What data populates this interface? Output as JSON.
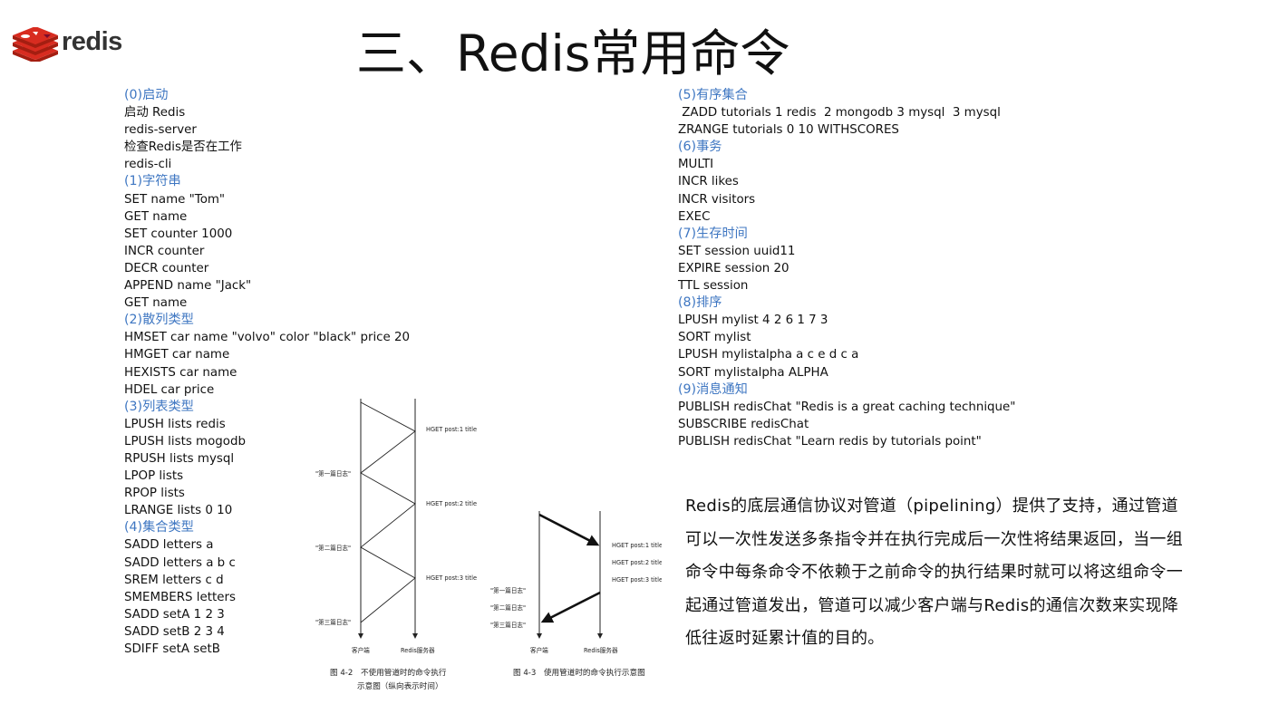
{
  "logo": {
    "text": "redis"
  },
  "title": "三、Redis常用命令",
  "left_column": [
    {
      "type": "head",
      "text": "(0)启动"
    },
    {
      "type": "cmd",
      "text": "启动 Redis"
    },
    {
      "type": "cmd",
      "text": "redis-server"
    },
    {
      "type": "cmd",
      "text": "检查Redis是否在工作"
    },
    {
      "type": "cmd",
      "text": "redis-cli"
    },
    {
      "type": "head",
      "text": "(1)字符串"
    },
    {
      "type": "cmd",
      "text": "SET name \"Tom\""
    },
    {
      "type": "cmd",
      "text": "GET name"
    },
    {
      "type": "cmd",
      "text": "SET counter 1000"
    },
    {
      "type": "cmd",
      "text": "INCR counter"
    },
    {
      "type": "cmd",
      "text": "DECR counter"
    },
    {
      "type": "cmd",
      "text": "APPEND name \"Jack\""
    },
    {
      "type": "cmd",
      "text": "GET name"
    },
    {
      "type": "head",
      "text": "(2)散列类型"
    },
    {
      "type": "cmd",
      "text": "HMSET car name \"volvo\" color \"black\" price 20"
    },
    {
      "type": "cmd",
      "text": "HMGET car name"
    },
    {
      "type": "cmd",
      "text": "HEXISTS car name"
    },
    {
      "type": "cmd",
      "text": "HDEL car price"
    },
    {
      "type": "head",
      "text": "(3)列表类型"
    },
    {
      "type": "cmd",
      "text": "LPUSH lists redis"
    },
    {
      "type": "cmd",
      "text": "LPUSH lists mogodb"
    },
    {
      "type": "cmd",
      "text": "RPUSH lists mysql"
    },
    {
      "type": "cmd",
      "text": "LPOP lists"
    },
    {
      "type": "cmd",
      "text": "RPOP lists"
    },
    {
      "type": "cmd",
      "text": "LRANGE lists 0 10"
    },
    {
      "type": "head",
      "text": "(4)集合类型"
    },
    {
      "type": "cmd",
      "text": "SADD letters a"
    },
    {
      "type": "cmd",
      "text": "SADD letters a b c"
    },
    {
      "type": "cmd",
      "text": "SREM letters c d"
    },
    {
      "type": "cmd",
      "text": "SMEMBERS letters"
    },
    {
      "type": "cmd",
      "text": "SADD setA 1 2 3"
    },
    {
      "type": "cmd",
      "text": "SADD setB 2 3 4"
    },
    {
      "type": "cmd",
      "text": "SDIFF setA setB"
    }
  ],
  "right_column": [
    {
      "type": "head",
      "text": "(5)有序集合"
    },
    {
      "type": "cmd",
      "text": " ZADD tutorials 1 redis  2 mongodb 3 mysql  3 mysql"
    },
    {
      "type": "cmd",
      "text": "ZRANGE tutorials 0 10 WITHSCORES"
    },
    {
      "type": "head",
      "text": "(6)事务"
    },
    {
      "type": "cmd",
      "text": "MULTI"
    },
    {
      "type": "cmd",
      "text": "INCR likes"
    },
    {
      "type": "cmd",
      "text": "INCR visitors"
    },
    {
      "type": "cmd",
      "text": "EXEC"
    },
    {
      "type": "head",
      "text": "(7)生存时间"
    },
    {
      "type": "cmd",
      "text": "SET session uuid11"
    },
    {
      "type": "cmd",
      "text": "EXPIRE session 20"
    },
    {
      "type": "cmd",
      "text": "TTL session"
    },
    {
      "type": "head",
      "text": "(8)排序"
    },
    {
      "type": "cmd",
      "text": "LPUSH mylist 4 2 6 1 7 3"
    },
    {
      "type": "cmd",
      "text": "SORT mylist"
    },
    {
      "type": "cmd",
      "text": "LPUSH mylistalpha a c e d c a"
    },
    {
      "type": "cmd",
      "text": "SORT mylistalpha ALPHA"
    },
    {
      "type": "head",
      "text": "(9)消息通知"
    },
    {
      "type": "cmd",
      "text": "PUBLISH redisChat \"Redis is a great caching technique\""
    },
    {
      "type": "cmd",
      "text": "SUBSCRIBE redisChat"
    },
    {
      "type": "cmd",
      "text": "PUBLISH redisChat \"Learn redis by tutorials point\""
    }
  ],
  "paragraph": "Redis的底层通信协议对管道（pipelining）提供了支持，通过管道可以一次性发送多条指令并在执行完成后一次性将结果返回，当一组命令中每条命令不依赖于之前命令的执行结果时就可以将这组命令一起通过管道发出，管道可以减少客户端与Redis的通信次数来实现降低往返时延累计值的目的。",
  "figure_left": {
    "requests": [
      "HGET post:1 title",
      "HGET post:2 title",
      "HGET post:3 title"
    ],
    "responses": [
      "\"第一篇日志\"",
      "\"第二篇日志\"",
      "\"第三篇日志\""
    ],
    "client_label": "客户端",
    "server_label": "Redis服务器",
    "caption_line1": "图 4-2　不使用管道时的命令执行",
    "caption_line2": "示意图（纵向表示时间）"
  },
  "figure_right": {
    "requests": [
      "HGET post:1 title",
      "HGET post:2 title",
      "HGET post:3 title"
    ],
    "responses": [
      "\"第一篇日志\"",
      "\"第二篇日志\"",
      "\"第三篇日志\""
    ],
    "client_label": "客户端",
    "server_label": "Redis服务器",
    "caption": "图 4-3　使用管道时的命令执行示意图"
  }
}
